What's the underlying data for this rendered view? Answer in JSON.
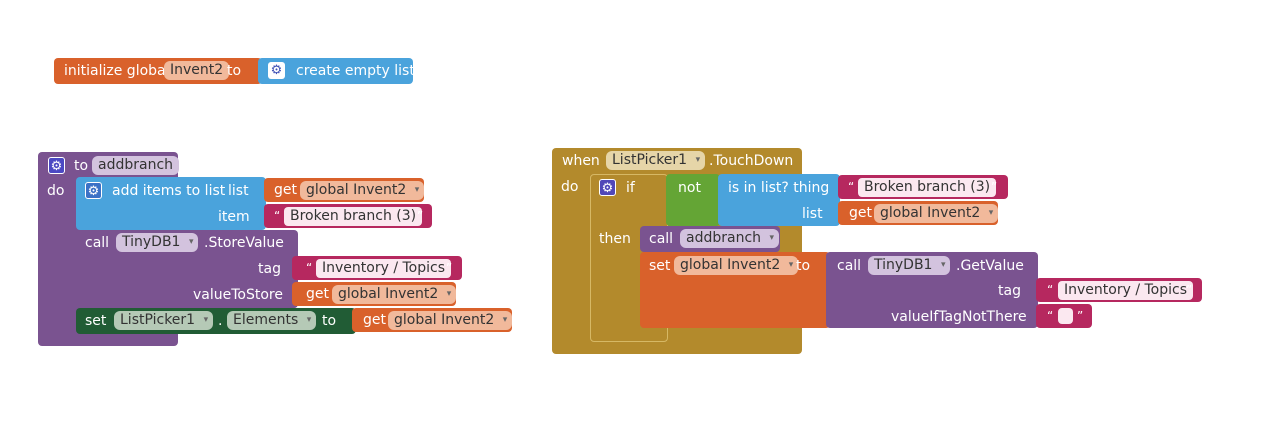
{
  "init_block": {
    "label": "initialize global",
    "var_name": "Invent2",
    "to": "to",
    "create_list": "create empty list"
  },
  "procedure": {
    "to": "to",
    "name": "addbranch",
    "do": "do",
    "add_items": {
      "label": "add items to list",
      "list_label": "list",
      "list_get": "get",
      "list_var": "global Invent2",
      "item_label": "item",
      "item_text": "Broken branch (3)"
    },
    "store_value": {
      "call": "call",
      "component": "TinyDB1",
      "method": ".StoreValue",
      "tag_label": "tag",
      "tag_text": "Inventory / Topics",
      "value_label": "valueToStore",
      "value_get": "get",
      "value_var": "global Invent2"
    },
    "set_elements": {
      "set": "set",
      "component": "ListPicker1",
      "dot": ".",
      "property": "Elements",
      "to": "to",
      "get": "get",
      "var": "global Invent2"
    }
  },
  "event": {
    "when": "when",
    "component": "ListPicker1",
    "event_name": ".TouchDown",
    "do": "do",
    "if_label": "if",
    "then_label": "then",
    "not_label": "not",
    "is_in_list": {
      "label": "is in list? thing",
      "thing_text": "Broken branch (3)",
      "list_label": "list",
      "list_get": "get",
      "list_var": "global Invent2"
    },
    "call_proc": {
      "call": "call",
      "name": "addbranch"
    },
    "set_global": {
      "set": "set",
      "var": "global Invent2",
      "to": "to"
    },
    "get_value": {
      "call": "call",
      "component": "TinyDB1",
      "method": ".GetValue",
      "tag_label": "tag",
      "tag_text": "Inventory / Topics",
      "default_label": "valueIfTagNotThere",
      "default_text": ""
    }
  },
  "icons": {
    "gear": "⚙",
    "dropdown_arrow": "▾",
    "quote_open": "“",
    "quote_close": "”"
  },
  "colors": {
    "variables": "#d9612b",
    "lists": "#4aa3dc",
    "procedures": "#7a5390",
    "text": "#b6285f",
    "components_setter": "#215c35",
    "control": "#b38a2c",
    "logic": "#64a535"
  }
}
